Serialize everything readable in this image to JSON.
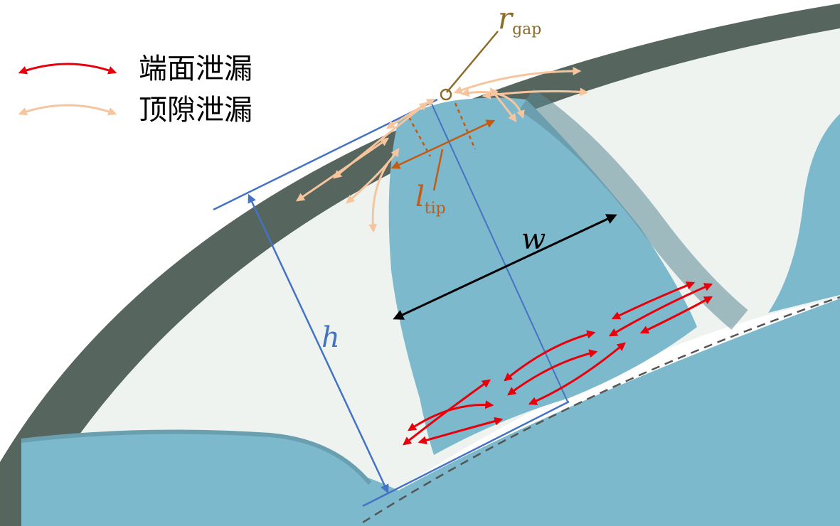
{
  "legend": {
    "end_face_leakage": "端面泄漏",
    "tip_clearance_leakage": "顶隙泄漏"
  },
  "labels": {
    "r_main": "r",
    "r_sub": "gap",
    "l_main": "l",
    "l_sub": "tip",
    "w": "w",
    "h": "h"
  },
  "colors": {
    "end_face_arrow": "#e8000b",
    "tip_arrow": "#f7c59d",
    "dim_blue": "#4472c4",
    "tip_dim": "#c55a11",
    "r_label": "#8b6c2b",
    "housing": "#56665e",
    "rotor": "#7cb9cc",
    "chamber": "#eef3f0"
  }
}
